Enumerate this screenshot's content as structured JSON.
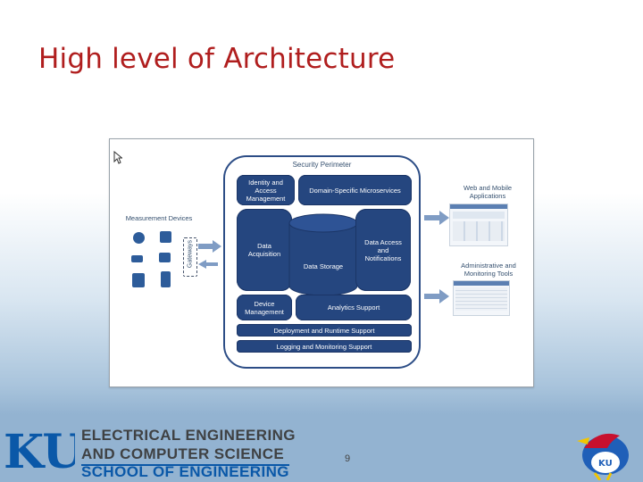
{
  "slide": {
    "title": "High level of Architecture",
    "page_number": "9"
  },
  "diagram": {
    "perimeter_label": "Security Perimeter",
    "blocks": {
      "identity": "Identity and\nAccess\nManagement",
      "microservices": "Domain-Specific Microservices",
      "acquisition": "Data\nAcquisition",
      "storage": "Data Storage",
      "access": "Data Access\nand\nNotifications",
      "device_mgmt": "Device\nManagement",
      "analytics": "Analytics Support",
      "deployment": "Deployment and Runtime Support",
      "logging": "Logging and Monitoring Support"
    },
    "measurement_label": "Measurement Devices",
    "gateways_label": "Gateways",
    "web_label": "Web and Mobile\nApplications",
    "admin_label": "Administrative and\nMonitoring Tools",
    "colors": {
      "block": "#25467f",
      "perimeter": "#2c4d86",
      "arrow": "#7f9cc4",
      "title": "#b01e1e"
    }
  },
  "footer": {
    "logo_letters": "KU",
    "lines": [
      "ELECTRICAL ENGINEERING",
      "AND COMPUTER SCIENCE",
      "SCHOOL OF ENGINEERING"
    ]
  }
}
